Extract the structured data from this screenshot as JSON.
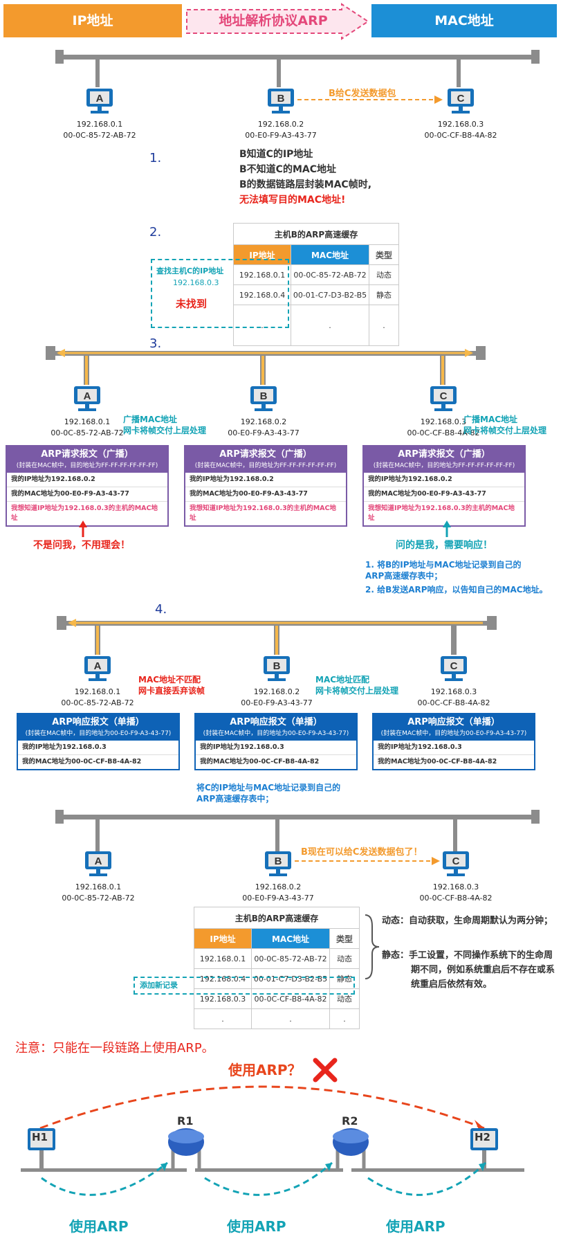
{
  "header": {
    "ip_label": "IP地址",
    "arp_label": "地址解析协议ARP",
    "mac_label": "MAC地址",
    "colors": {
      "ip": "#f39a2d",
      "mac": "#1c8fd6",
      "arp_text": "#e4487a"
    }
  },
  "steps": {
    "s1": "1.",
    "s2": "2.",
    "s3": "3.",
    "s4": "4."
  },
  "hosts": {
    "A": {
      "name": "A",
      "ip": "192.168.0.1",
      "mac": "00-0C-85-72-AB-72"
    },
    "B": {
      "name": "B",
      "ip": "192.168.0.2",
      "mac": "00-E0-F9-A3-43-77"
    },
    "C": {
      "name": "C",
      "ip": "192.168.0.3",
      "mac": "00-0C-CF-B8-4A-82"
    }
  },
  "scene1": {
    "send_text": "B给C发送数据包",
    "note1": "B知道C的IP地址",
    "note2": "B不知道C的MAC地址",
    "note3": "B的数据链路层封装MAC帧时,",
    "note4": "无法填写目的MAC地址!"
  },
  "cache1": {
    "title": "主机B的ARP高速缓存",
    "headers": [
      "IP地址",
      "MAC地址",
      "类型"
    ],
    "rows": [
      [
        "192.168.0.1",
        "00-0C-85-72-AB-72",
        "动态"
      ],
      [
        "192.168.0.4",
        "00-01-C7-D3-B2-B5",
        "静态"
      ],
      [
        ".",
        ".",
        "."
      ]
    ],
    "lookup_title": "查找主机C的IP地址",
    "lookup_ip": "192.168.0.3",
    "not_found": "未找到"
  },
  "scene3": {
    "bcast_note_l1": "广播MAC地址",
    "bcast_note_l2": "网卡将帧交付上层处理",
    "frame_title": "ARP请求报文（广播）",
    "frame_sub": "(封装在MAC帧中，目的地址为FF-FF-FF-FF-FF-FF)",
    "row1": "我的IP地址为192.168.0.2",
    "row2": "我的MAC地址为00-E0-F9-A3-43-77",
    "row3": "我想知道IP地址为192.168.0.3的主机的MAC地址",
    "ignore": "不是问我，不用理会！",
    "respond": "问的是我，需要响应！",
    "action1": "1. 将B的IP地址与MAC地址记录到自己的",
    "action1b": "ARP高速缓存表中；",
    "action2": "2. 给B发送ARP响应，以告知自己的MAC地址。"
  },
  "scene4": {
    "mismatch_l1": "MAC地址不匹配",
    "mismatch_l2": "网卡直接丢弃该帧",
    "match_l1": "MAC地址匹配",
    "match_l2": "网卡将帧交付上层处理",
    "frame_title": "ARP响应报文（单播）",
    "frame_sub": "(封装在MAC帧中，目的地址为00-E0-F9-A3-43-77)",
    "row1": "我的IP地址为192.168.0.3",
    "row2": "我的MAC地址为00-0C-CF-B8-4A-82",
    "record_l1": "将C的IP地址与MAC地址记录到自己的",
    "record_l2": "ARP高速缓存表中；"
  },
  "scene5": {
    "send_text": "B现在可以给C发送数据包了！"
  },
  "cache2": {
    "title": "主机B的ARP高速缓存",
    "headers": [
      "IP地址",
      "MAC地址",
      "类型"
    ],
    "rows": [
      [
        "192.168.0.1",
        "00-0C-85-72-AB-72",
        "动态"
      ],
      [
        "192.168.0.4",
        "00-01-C7-D3-B2-B5",
        "静态"
      ],
      [
        "192.168.0.3",
        "00-0C-CF-B8-4A-82",
        "动态"
      ],
      [
        ".",
        ".",
        "."
      ]
    ],
    "new_record": "添加新记录",
    "dyn_l1": "动态：自动获取，生命周期默认为两分钟；",
    "sta_l1": "静态：手工设置，不同操作系统下的生命周",
    "sta_l2": "期不同，例如系统重启后不存在或系",
    "sta_l3": "统重启后依然有效。"
  },
  "attention": "注意：只能在一段链路上使用ARP。",
  "routing": {
    "question": "使用ARP？",
    "h1": "H1",
    "h2": "H2",
    "r1": "R1",
    "r2": "R2",
    "use_arp": "使用ARP"
  }
}
